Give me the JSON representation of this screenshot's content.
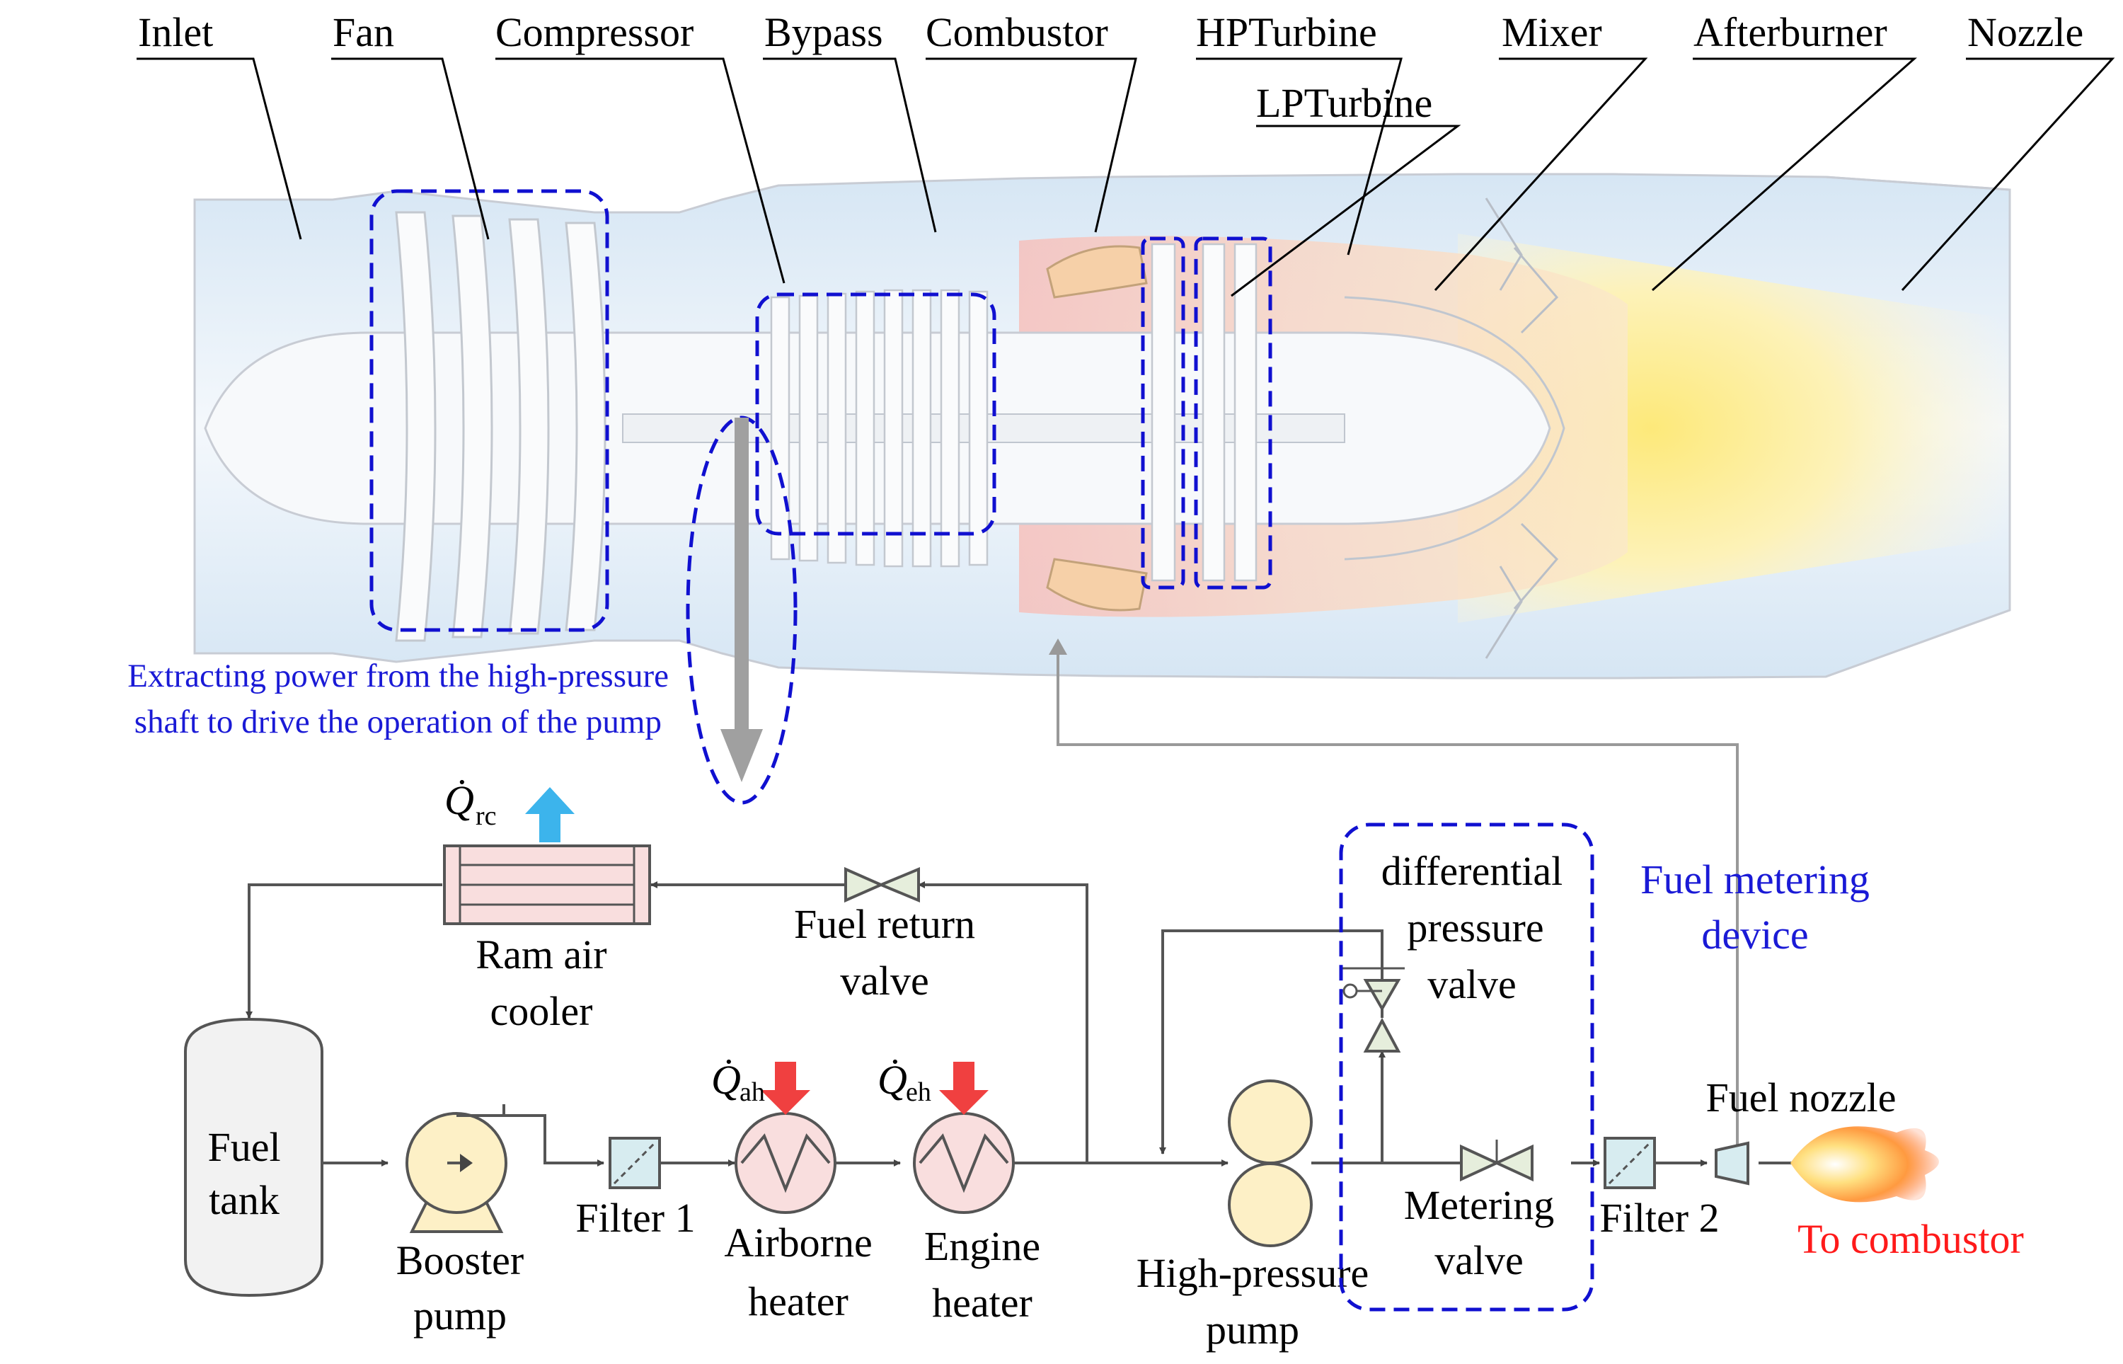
{
  "engine": {
    "labels": {
      "inlet": "Inlet",
      "fan": "Fan",
      "compressor": "Compressor",
      "bypass": "Bypass",
      "combustor": "Combustor",
      "hp_turbine": "HPTurbine",
      "lp_turbine": "LPTurbine",
      "mixer": "Mixer",
      "afterburner": "Afterburner",
      "nozzle": "Nozzle"
    },
    "shaft_note": {
      "line1": "Extracting power from the high-pressure",
      "line2": "shaft to drive the operation of the pump"
    }
  },
  "fuel_system": {
    "heat_flows": {
      "ram_cooler": {
        "symbol": "Q̇",
        "subscript": "rc"
      },
      "airborne_heater": {
        "symbol": "Q̇",
        "subscript": "ah"
      },
      "engine_heater": {
        "symbol": "Q̇",
        "subscript": "eh"
      }
    },
    "components": {
      "ram_air_cooler": {
        "line1": "Ram air",
        "line2": "cooler"
      },
      "fuel_return_valve": {
        "line1": "Fuel return",
        "line2": "valve"
      },
      "fuel_tank": {
        "line1": "Fuel",
        "line2": "tank"
      },
      "booster_pump": {
        "line1": "Booster",
        "line2": "pump"
      },
      "filter_1": "Filter 1",
      "airborne_heater": {
        "line1": "Airborne",
        "line2": "heater"
      },
      "engine_heater": {
        "line1": "Engine",
        "line2": "heater"
      },
      "high_pressure_pump": {
        "line1": "High-pressure",
        "line2": "pump"
      },
      "differential_pressure_valve": {
        "line1": "differential",
        "line2": "pressure",
        "line3": "valve"
      },
      "metering_valve": {
        "line1": "Metering",
        "line2": "valve"
      },
      "filter_2": "Filter 2",
      "fuel_nozzle": "Fuel nozzle",
      "to_combustor": "To combustor",
      "fuel_metering_device": {
        "line1": "Fuel metering",
        "line2": "device"
      }
    }
  },
  "colors": {
    "highlight_box": "#1010d0",
    "label_blue": "#1a1ad6",
    "red_text": "#ff1a1a",
    "heat_in_arrow": "#f04040",
    "heat_out_arrow": "#3cb4ec",
    "line": "#555555"
  }
}
